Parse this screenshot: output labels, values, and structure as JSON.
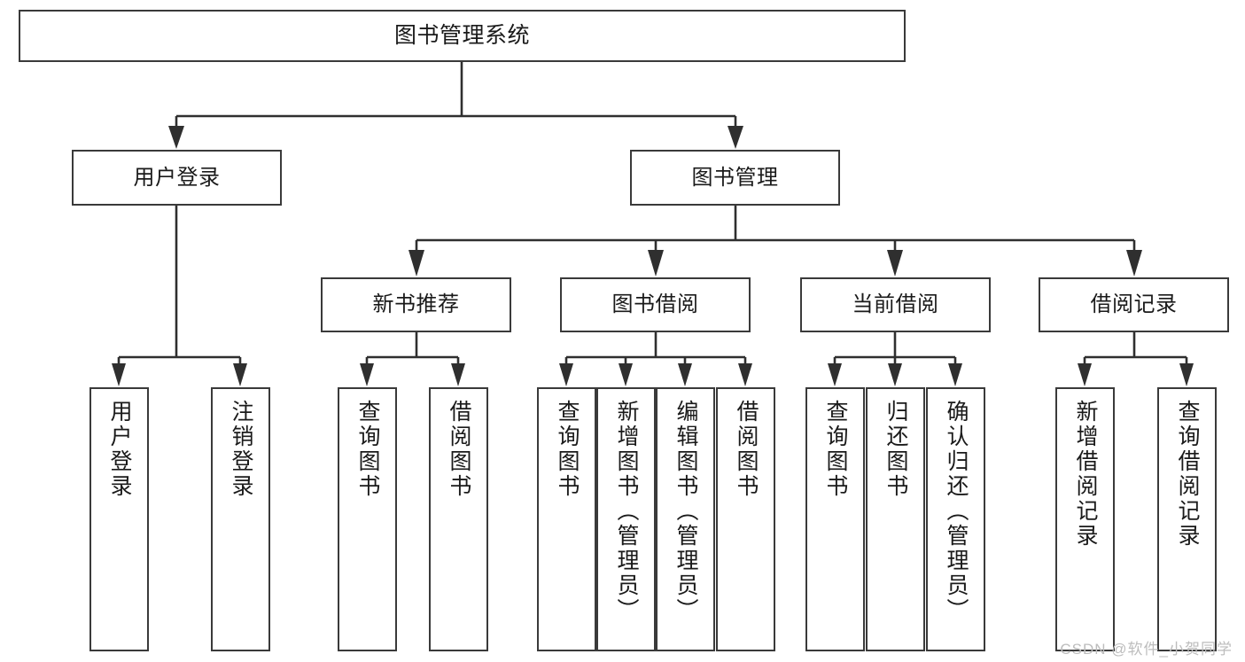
{
  "diagram": {
    "title": "图书管理系统",
    "type": "tree",
    "root": {
      "id": "root",
      "label": "图书管理系统",
      "level": 0
    },
    "level1": [
      {
        "id": "user-login",
        "label": "用户登录"
      },
      {
        "id": "book-manage",
        "label": "图书管理"
      }
    ],
    "level2": [
      {
        "id": "new-book-recommend",
        "label": "新书推荐",
        "parent": "book-manage"
      },
      {
        "id": "book-borrow",
        "label": "图书借阅",
        "parent": "book-manage"
      },
      {
        "id": "current-borrow",
        "label": "当前借阅",
        "parent": "book-manage"
      },
      {
        "id": "borrow-record",
        "label": "借阅记录",
        "parent": "book-manage"
      }
    ],
    "leaves": {
      "user-login": [
        {
          "id": "leaf-user-login",
          "label": "用户登录"
        },
        {
          "id": "leaf-logout",
          "label": "注销登录"
        }
      ],
      "new-book-recommend": [
        {
          "id": "leaf-query-book-1",
          "label": "查询图书"
        },
        {
          "id": "leaf-borrow-book-1",
          "label": "借阅图书"
        }
      ],
      "book-borrow": [
        {
          "id": "leaf-query-book-2",
          "label": "查询图书"
        },
        {
          "id": "leaf-add-book",
          "label": "新增图书（管理员）"
        },
        {
          "id": "leaf-edit-book",
          "label": "编辑图书（管理员）"
        },
        {
          "id": "leaf-borrow-book-2",
          "label": "借阅图书"
        }
      ],
      "current-borrow": [
        {
          "id": "leaf-query-book-3",
          "label": "查询图书"
        },
        {
          "id": "leaf-return-book",
          "label": "归还图书"
        },
        {
          "id": "leaf-confirm-return",
          "label": "确认归还（管理员）"
        }
      ],
      "borrow-record": [
        {
          "id": "leaf-add-record",
          "label": "新增借阅记录"
        },
        {
          "id": "leaf-query-record",
          "label": "查询借阅记录"
        }
      ]
    }
  },
  "watermark": {
    "text": "CSDN @软件_小贺同学"
  },
  "colors": {
    "box_border": "#3a3a3a",
    "connector": "#2f2f2f",
    "text": "#1a1a1a",
    "background": "#ffffff",
    "watermark": "#bdbdbd"
  }
}
